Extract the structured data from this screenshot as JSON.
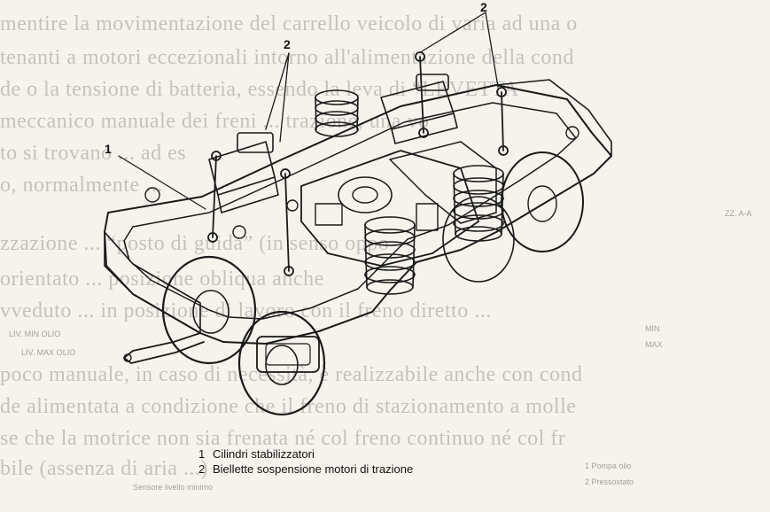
{
  "background_text": {
    "lines": [
      "mentire la movimentazione del carrello veicolo di varia ad una o",
      "tenanti a motori eccezionali intorno all'alimentazione della cond",
      "de o la tensione di batteria, essendo la leva di “LEVETTA",
      "meccanico manuale dei freni ... trazione, una vo",
      "to si trovano ... ad es",
      "o, normalmente ...",
      "zzazione ... “posto di guida” (in senso oppo",
      "orientato ... posizione obliqua anche",
      "vveduto ... in posizione di lavoro con il freno diretto ...",
      "poco manuale, in caso di necessità, è realizzabile anche con cond",
      "de alimentata a condizione che il freno di stazionamento a molle",
      "se che la motrice non sia frenata né col freno continuo né col fr",
      "bile (assenza di aria ...)"
    ],
    "small": [
      "LIV. MIN OLIO",
      "LIV. MAX OLIO",
      "ZZ. A-A",
      "MIN",
      "MAX",
      "1   Pompa olio",
      "2   Pressostato",
      "Sensore livello minimo"
    ]
  },
  "callouts": {
    "label_1": "1",
    "label_2_left": "2",
    "label_2_right": "2"
  },
  "legend": {
    "items": [
      {
        "num": "1",
        "text": "Cilindri stabilizzatori"
      },
      {
        "num": "2",
        "text": "Biellette sospensione motori di trazione"
      }
    ]
  }
}
